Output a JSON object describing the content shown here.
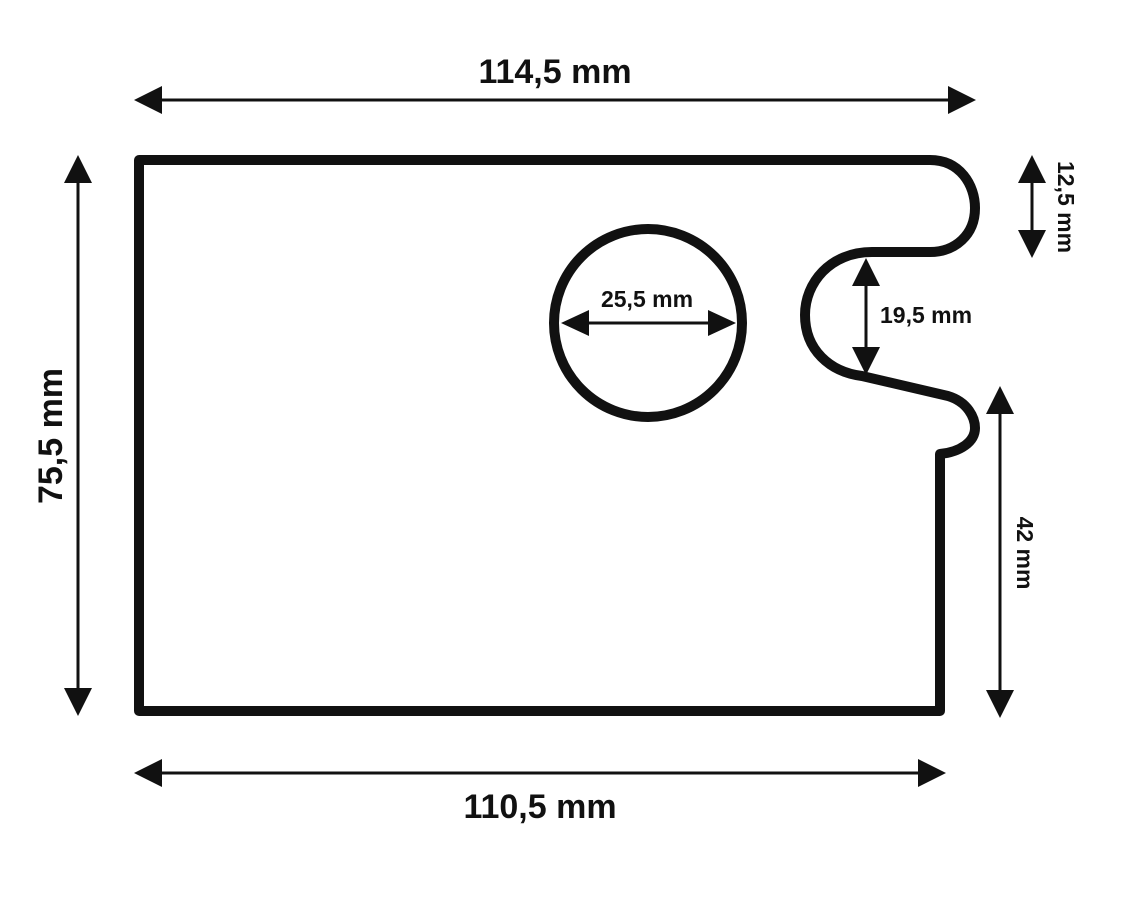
{
  "colors": {
    "stroke": "#111111",
    "background": "#ffffff"
  },
  "dimensions": {
    "top_width": "114,5 mm",
    "bottom_width": "110,5 mm",
    "left_height": "75,5 mm",
    "hole_diameter": "25,5 mm",
    "slot_width": "19,5 mm",
    "top_tab_height": "12,5 mm",
    "lower_edge_height": "42 mm"
  }
}
